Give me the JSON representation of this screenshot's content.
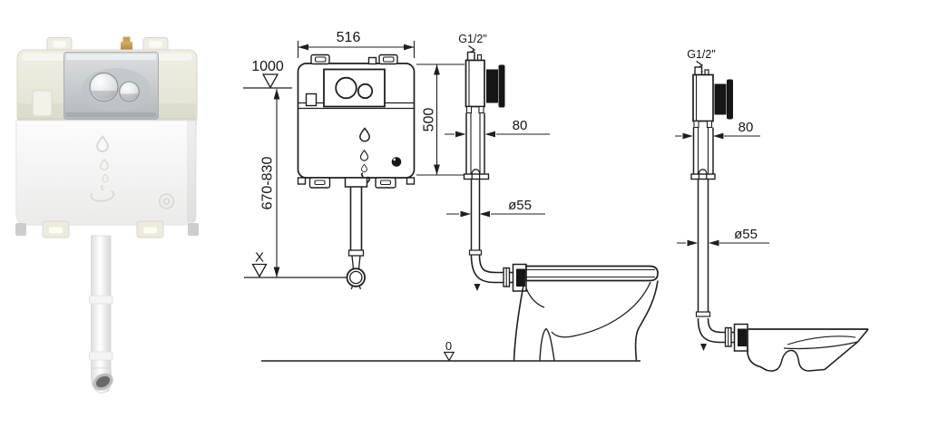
{
  "page": {
    "background": "#ffffff"
  },
  "drawing": {
    "line_color": "#1f1f1f",
    "solid_black": "#161616"
  },
  "product_photo": {
    "tank_color": "#e9e7d8",
    "plate_color": "#c9cdd0",
    "button_color": "#dadedf",
    "brass_color": "#b08d3e",
    "icons": [
      "water-drop-icon",
      "hand-icon",
      "brand-logo-icon"
    ]
  },
  "front_view": {
    "width_dim": "516",
    "height_dim": "500",
    "level_dim": "1000",
    "range_dim": "670-830",
    "floor_ref_label": "X"
  },
  "side_view_floor": {
    "inlet_label": "G1/2\"",
    "depth_dim": "80",
    "pipe_dim": "ø55",
    "zero_label": "0"
  },
  "side_view_wall": {
    "inlet_label": "G1/2\"",
    "depth_dim": "80",
    "pipe_dim": "ø55"
  }
}
